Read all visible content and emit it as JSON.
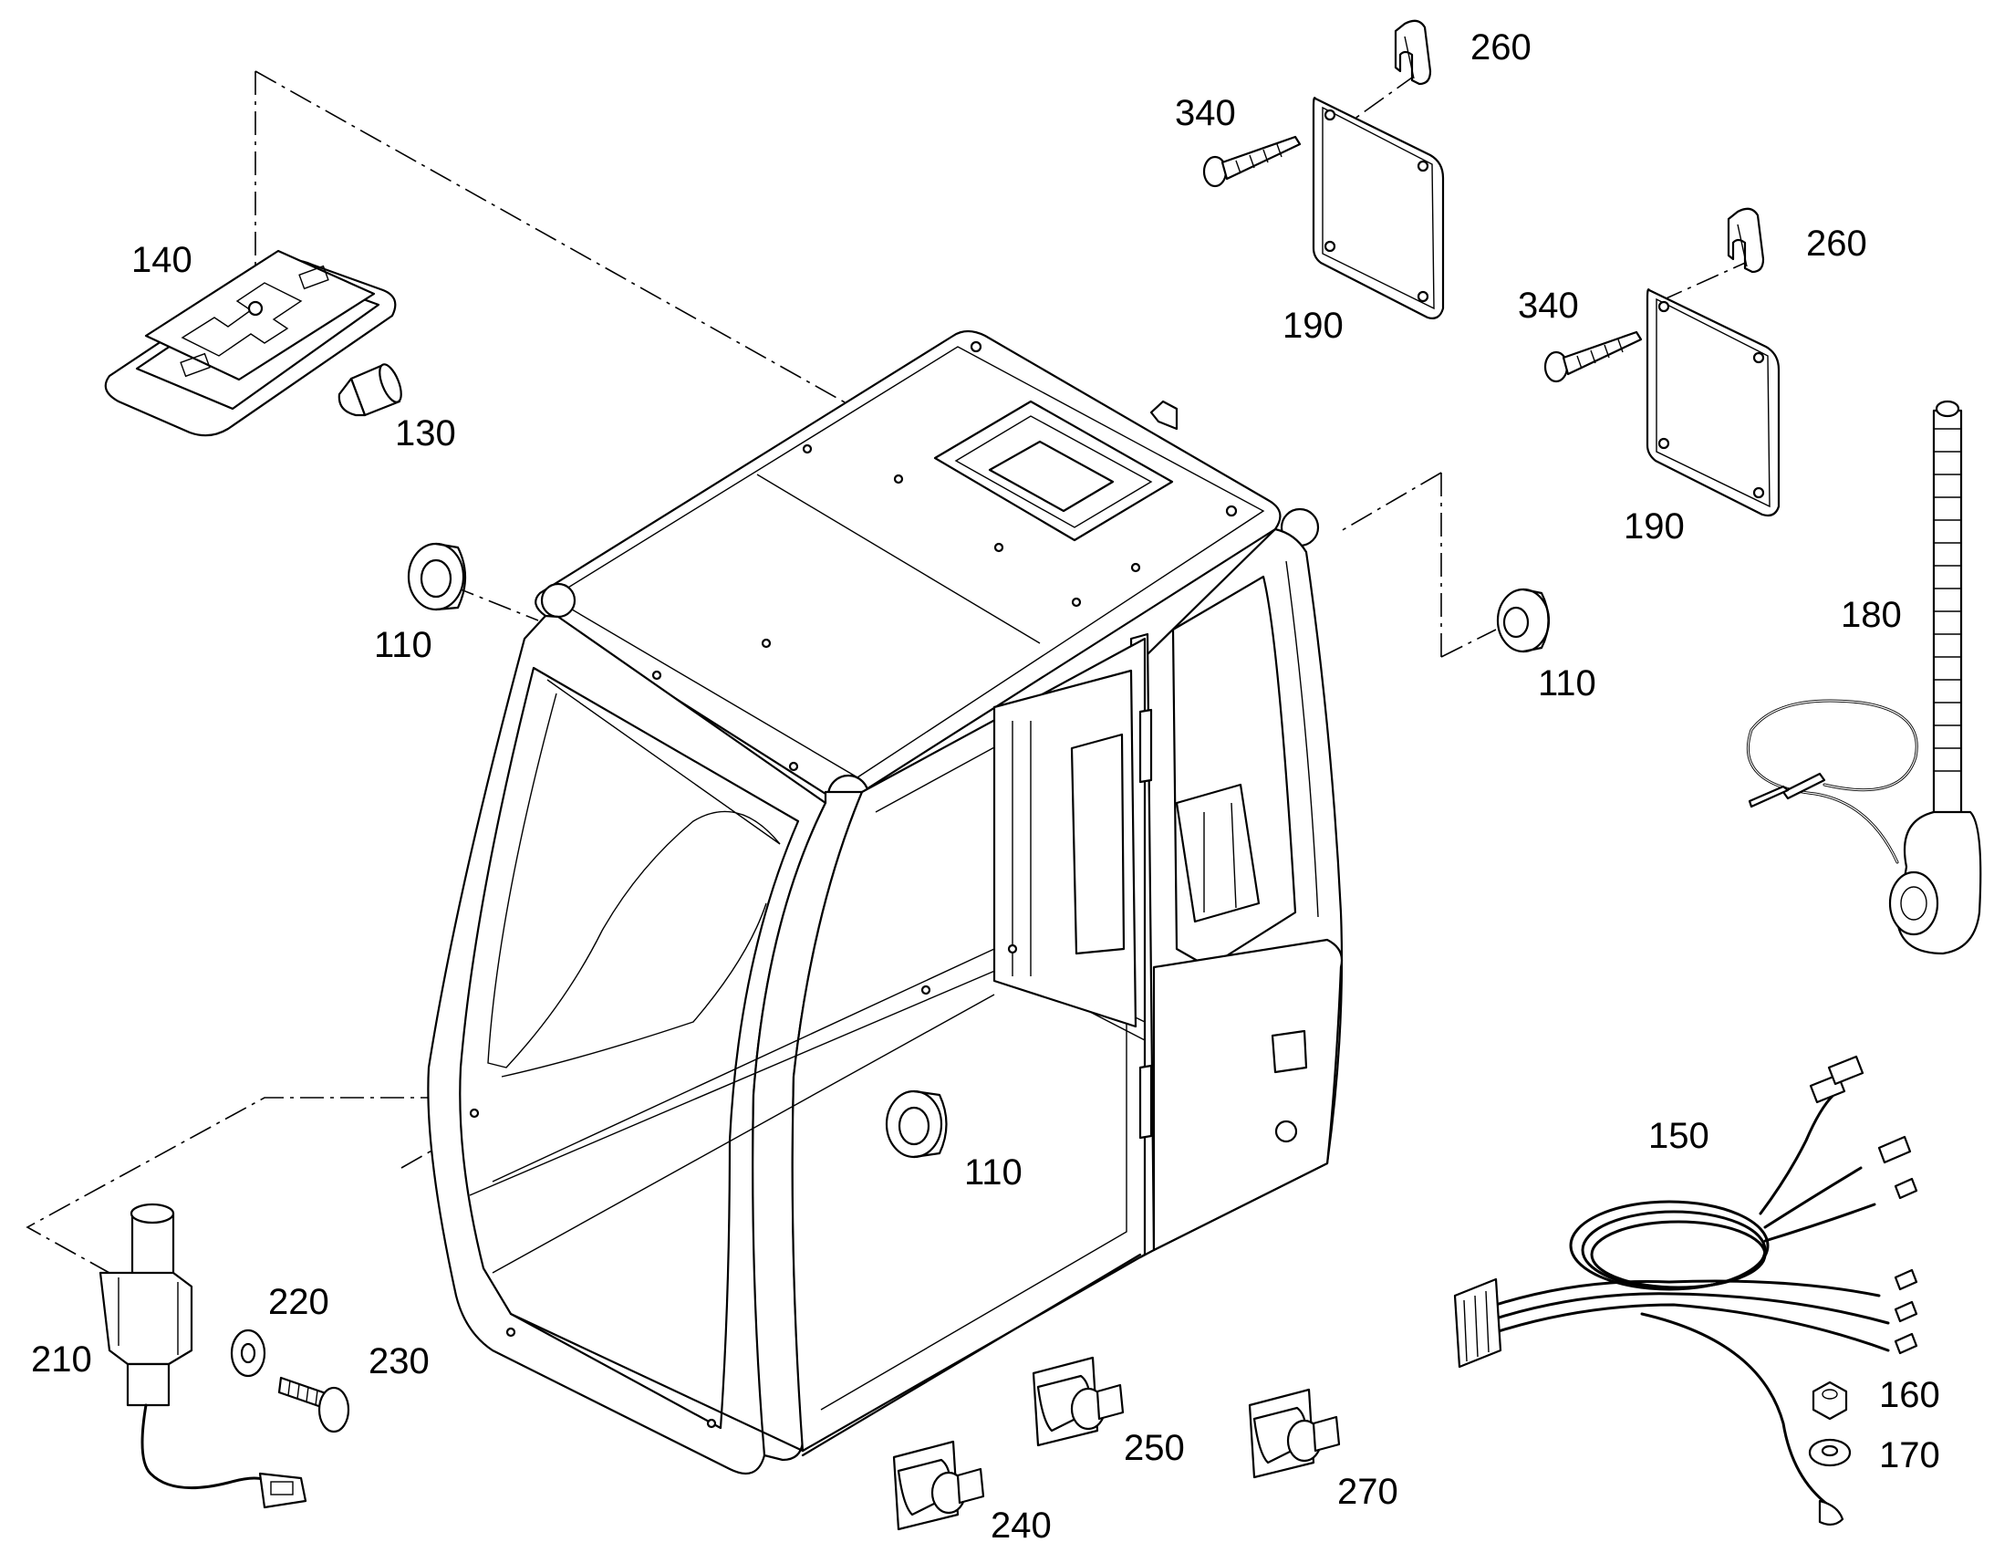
{
  "labels": {
    "p110a": "110",
    "p110b": "110",
    "p110c": "110",
    "p130": "130",
    "p140": "140",
    "p150": "150",
    "p160": "160",
    "p170": "170",
    "p180": "180",
    "p190a": "190",
    "p190b": "190",
    "p210": "210",
    "p220": "220",
    "p230": "230",
    "p240": "240",
    "p250": "250",
    "p260a": "260",
    "p260b": "260",
    "p270": "270",
    "p340a": "340",
    "p340b": "340"
  },
  "icons": {
    "cab": "operator-cab-frame-icon",
    "grommet": "rubber-grommet-icon",
    "lamp": "dome-lamp-icon",
    "bulb": "bulb-icon",
    "plate": "cover-plate-icon",
    "clip": "spring-clip-icon",
    "screw": "tapping-screw-icon",
    "antenna": "antenna-icon",
    "harness": "wire-harness-icon",
    "nut": "nut-icon",
    "washer": "washer-icon",
    "switch": "switch-icon",
    "bolt": "bolt-icon",
    "bracket": "bracket-icon"
  },
  "colors": {
    "ink": "#000000",
    "paper": "#ffffff"
  }
}
